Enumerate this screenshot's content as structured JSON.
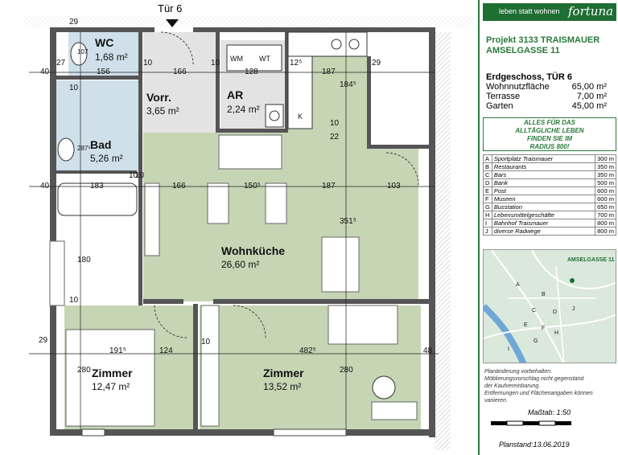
{
  "plan": {
    "door_label": "Tür 6",
    "rooms": [
      {
        "name": "WC",
        "area": "1,68 m²"
      },
      {
        "name": "Vorr.",
        "area": "3,65 m²"
      },
      {
        "name": "AR",
        "area": "2,24 m²"
      },
      {
        "name": "Bad",
        "area": "5,26 m²"
      },
      {
        "name": "Wohnküche",
        "area": "26,60 m²"
      },
      {
        "name": "Zimmer",
        "area": "12,47 m²"
      },
      {
        "name": "Zimmer",
        "area": "13,52 m²"
      }
    ],
    "appliances": {
      "wm": "WM",
      "wt": "WT",
      "k": "K"
    },
    "dims": {
      "d29a": "29",
      "d27": "27",
      "d40a": "40",
      "d156": "156",
      "d10a": "10",
      "d166a": "166",
      "d10b": "10",
      "d128": "128",
      "d12": "12⁵",
      "d187a": "187",
      "d29b": "29",
      "d107": "107",
      "d184": "184⁵",
      "d287": "287⁵",
      "d22": "22",
      "d10c": "10",
      "d10d": "10",
      "d40b": "40",
      "d183": "183",
      "d10e": "10",
      "d166b": "166",
      "d150": "150⁵",
      "d187b": "187",
      "d103": "103",
      "d351": "351⁵",
      "d180": "180",
      "d10f": "10",
      "d29c": "29",
      "d191": "191⁵",
      "d124": "124",
      "d10g": "10",
      "d482": "482⁵",
      "d48": "48",
      "d280a": "280",
      "d280b": "280",
      "d10h": "10"
    }
  },
  "panel": {
    "logo_text": "leben statt wohnen",
    "logo_brand": "fortuna",
    "project_line1": "Projekt 3133 TRAISMAUER",
    "project_line2": "AMSELGASSE 11",
    "floor": "Erdgeschoss, TÜR 6",
    "areas": [
      {
        "label": "Wohnnutzfläche",
        "value": "65,00 m²"
      },
      {
        "label": "Terrasse",
        "value": "7,00 m²"
      },
      {
        "label": "Garten",
        "value": "45,00 m²"
      }
    ],
    "slogan": [
      "ALLES FÜR DAS",
      "ALLTÄGLICHE LEBEN",
      "FINDEN SIE IM",
      "RADIUS 800!"
    ],
    "poi": [
      {
        "k": "A",
        "n": "Sportplatz Traismauer",
        "d": "300 m"
      },
      {
        "k": "B",
        "n": "Restaurants",
        "d": "350 m"
      },
      {
        "k": "C",
        "n": "Bars",
        "d": "350 m"
      },
      {
        "k": "D",
        "n": "Bank",
        "d": "500 m"
      },
      {
        "k": "E",
        "n": "Post",
        "d": "600 m"
      },
      {
        "k": "F",
        "n": "Museen",
        "d": "600 m"
      },
      {
        "k": "G",
        "n": "Busstation",
        "d": "650 m"
      },
      {
        "k": "H",
        "n": "Lebensmittelgeschäfte",
        "d": "700 m"
      },
      {
        "k": "I",
        "n": "Bahnhof Traismauer",
        "d": "800 m"
      },
      {
        "k": "J",
        "n": "diverse Radwege",
        "d": "800 m"
      }
    ],
    "map_label": "AMSELGASSE 11",
    "map_letters": [
      "A",
      "B",
      "C",
      "D",
      "E",
      "F",
      "G",
      "H",
      "I",
      "J"
    ],
    "notes": [
      "Planänderung vorbehalten.",
      "Möblierungsvorschlag nicht gegenstand",
      "der Kaufvereinbarung.",
      "Entfernungen und Flächenangaben können",
      "variieren."
    ],
    "scale": "Maßtab:  1:50",
    "stand": "Planstand:13.06.2019"
  }
}
